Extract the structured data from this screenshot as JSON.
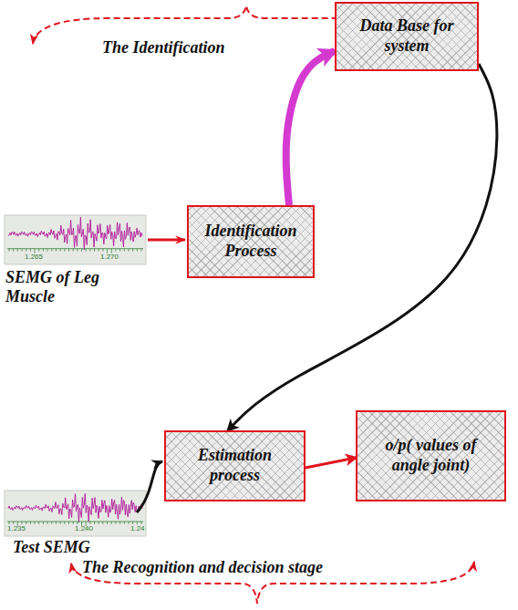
{
  "diagram": {
    "nodes": [
      {
        "text": [
          "Data Base for system"
        ]
      },
      {
        "text": [
          "Identification Process"
        ]
      },
      {
        "text": [
          "Estimation process"
        ]
      },
      {
        "text": [
          "o/p( values of angle joint)"
        ]
      }
    ],
    "edges": [
      {
        "from": 1,
        "to": 0,
        "arrow": "to"
      },
      {
        "from": 0,
        "to": 2,
        "arrow": "to"
      },
      {
        "from": 2,
        "to": 3,
        "arrow": "to"
      }
    ],
    "labels": [
      "The Identification",
      "SEMG of Leg Muscle",
      "1.265",
      "1.270",
      "Test SEMG",
      "1.235",
      "1.240",
      "1.24",
      "The Recognition and decision stage"
    ]
  }
}
